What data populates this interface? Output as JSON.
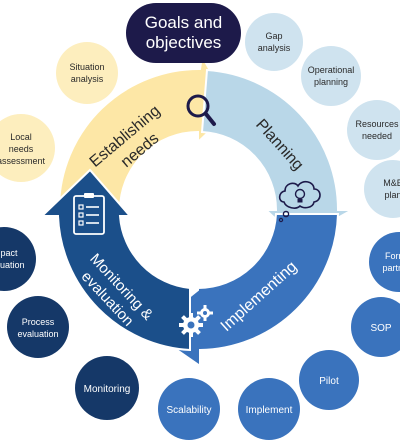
{
  "title_lines": [
    "Goals and",
    "objectives"
  ],
  "cycle": {
    "establishing": [
      "Establishing",
      "needs"
    ],
    "planning": [
      "Planning"
    ],
    "implementing": [
      "Implementing"
    ],
    "monitoring": [
      "Monitoring &",
      "evaluation"
    ]
  },
  "bubbles": {
    "situation": [
      "Situation",
      "analysis"
    ],
    "local": [
      "Local",
      "needs",
      "assessment"
    ],
    "gap": [
      "Gap",
      "analysis"
    ],
    "operational": [
      "Operational",
      "planning"
    ],
    "resources": [
      "Resources",
      "needed"
    ],
    "me": [
      "M&E",
      "plan"
    ],
    "formal": [
      "Formal",
      "partners"
    ],
    "sop": [
      "SOP"
    ],
    "pilot": [
      "Pilot"
    ],
    "implement": [
      "Implement"
    ],
    "scalability": [
      "Scalability"
    ],
    "monitoring": [
      "Monitoring"
    ],
    "process": [
      "Process",
      "evaluation"
    ],
    "impact": [
      "Impact",
      "evaluation"
    ]
  },
  "icons": [
    "magnifier-icon",
    "lightbulb-thought-icon",
    "gears-icon",
    "checklist-icon"
  ],
  "colors": {
    "navy": "#1d1a4a",
    "light_yellow": "#fdeebe",
    "yellow_arrow": "#fde7a6",
    "light_blue": "#cfe3ef",
    "blue_arrow": "#b9d7e8",
    "mid_blue": "#3a73bd",
    "dark_blue": "#1b4f8a",
    "deep_navy": "#153868"
  }
}
